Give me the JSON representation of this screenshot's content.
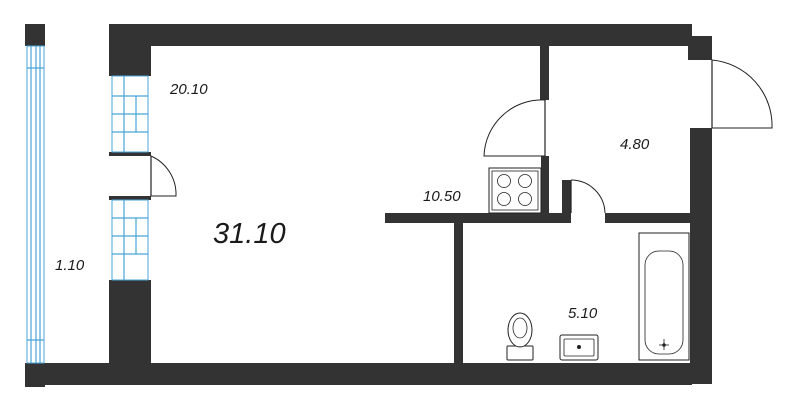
{
  "rooms": {
    "living": {
      "area": "31.10"
    },
    "corridor": {
      "area": "20.10"
    },
    "kitchen": {
      "area": "10.50"
    },
    "hall": {
      "area": "4.80"
    },
    "bathroom": {
      "area": "5.10"
    },
    "balcony": {
      "area": "1.10"
    }
  },
  "colors": {
    "wall": "#333334",
    "window": "#4aa3d8",
    "background": "#ffffff"
  },
  "icons": [
    "stove-icon",
    "toilet-icon",
    "sink-icon",
    "bathtub-icon",
    "door-swing-icon"
  ]
}
